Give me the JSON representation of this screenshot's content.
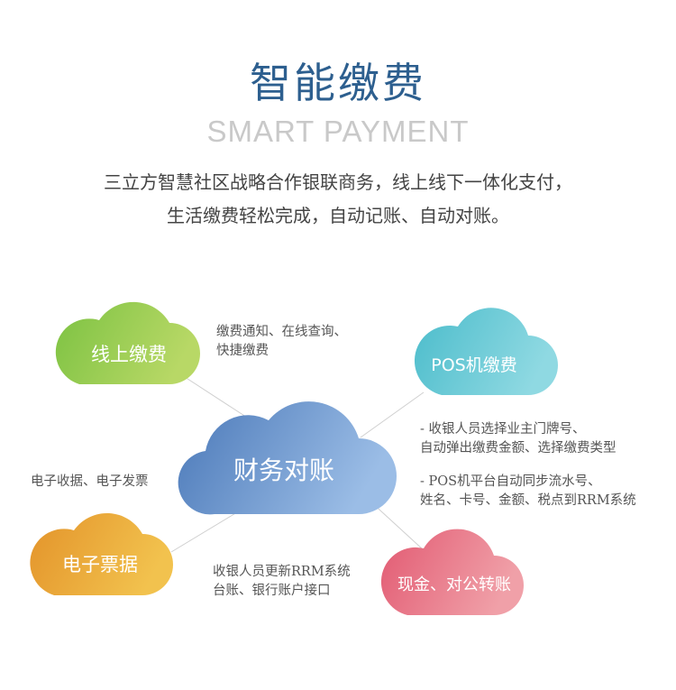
{
  "header": {
    "title": "智能缴费",
    "subtitle": "SMART PAYMENT",
    "description_line1": "三立方智慧社区战略合作银联商务，线上线下一体化支付，",
    "description_line2": "生活缴费轻松完成，自动记账、自动对账。"
  },
  "clouds": {
    "center": {
      "label": "财务对账",
      "color_from": "#4a78b8",
      "color_to": "#9bbde6"
    },
    "online": {
      "label": "线上缴费",
      "color_from": "#7cc242",
      "color_to": "#b8d866"
    },
    "pos": {
      "label": "POS机缴费",
      "color_from": "#4bbccb",
      "color_to": "#8fd9e2"
    },
    "invoice": {
      "label": "电子票据",
      "color_from": "#e3932a",
      "color_to": "#f2c24e"
    },
    "cash": {
      "label": "现金、对公转账",
      "color_from": "#e25a72",
      "color_to": "#f0a0a8"
    }
  },
  "notes": {
    "online_line1": "缴费通知、在线查询、",
    "online_line2": "快捷缴费",
    "pos_item1_line1": "-   收银人员选择业主门牌号、",
    "pos_item1_line2": "自动弹出缴费金额、选择缴费类型",
    "pos_item2_line1": "-   POS机平台自动同步流水号、",
    "pos_item2_line2": "姓名、卡号、金额、税点到RRM系统",
    "invoice_line1": "电子收据、电子发票",
    "cash_line1": "收银人员更新RRM系统",
    "cash_line2": "台账、银行账户接口"
  }
}
